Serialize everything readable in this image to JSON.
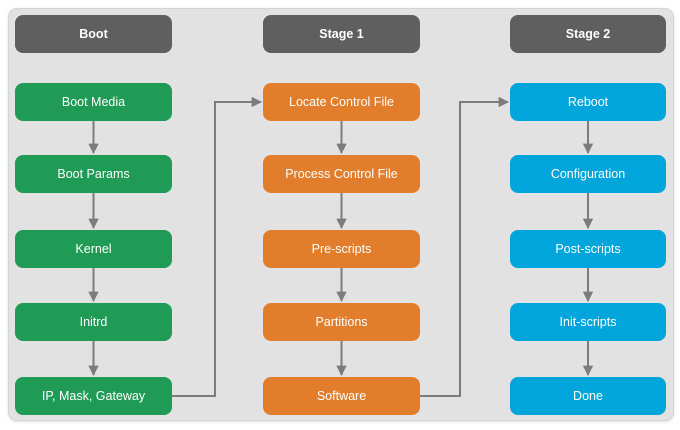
{
  "colors": {
    "header-bg": "#5f5f5f",
    "boot-green": "#1f9b55",
    "stage1-orange": "#e17d2b",
    "stage2-blue": "#00a5dc",
    "panel-bg": "#e2e2e2",
    "connector-gray": "#7c7c7c",
    "text-white": "#ffffff"
  },
  "diagram": {
    "type": "flowchart",
    "columns": [
      {
        "header": "Boot",
        "color": "#1f9b55",
        "nodes": [
          "Boot Media",
          "Boot Params",
          "Kernel",
          "Initrd",
          "IP, Mask, Gateway"
        ]
      },
      {
        "header": "Stage 1",
        "color": "#e17d2b",
        "nodes": [
          "Locate Control File",
          "Process Control File",
          "Pre-scripts",
          "Partitions",
          "Software"
        ]
      },
      {
        "header": "Stage 2",
        "color": "#00a5dc",
        "nodes": [
          "Reboot",
          "Configuration",
          "Post-scripts",
          "Init-scripts",
          "Done"
        ]
      }
    ],
    "edges": [
      {
        "from": "Boot Media",
        "to": "Boot Params"
      },
      {
        "from": "Boot Params",
        "to": "Kernel"
      },
      {
        "from": "Kernel",
        "to": "Initrd"
      },
      {
        "from": "Initrd",
        "to": "IP, Mask, Gateway"
      },
      {
        "from": "IP, Mask, Gateway",
        "to": "Locate Control File"
      },
      {
        "from": "Locate Control File",
        "to": "Process Control File"
      },
      {
        "from": "Process Control File",
        "to": "Pre-scripts"
      },
      {
        "from": "Pre-scripts",
        "to": "Partitions"
      },
      {
        "from": "Partitions",
        "to": "Software"
      },
      {
        "from": "Software",
        "to": "Reboot"
      },
      {
        "from": "Reboot",
        "to": "Configuration"
      },
      {
        "from": "Configuration",
        "to": "Post-scripts"
      },
      {
        "from": "Post-scripts",
        "to": "Init-scripts"
      },
      {
        "from": "Init-scripts",
        "to": "Done"
      }
    ]
  }
}
